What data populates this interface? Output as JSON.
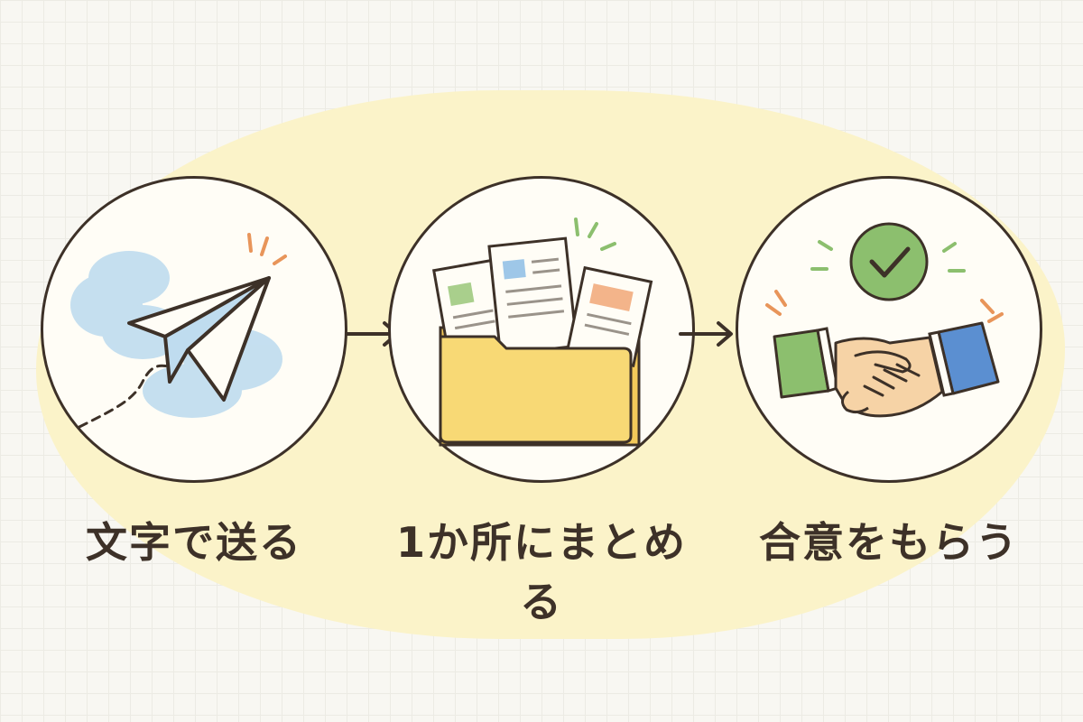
{
  "steps": [
    {
      "label": "文字で送る",
      "icon": "paper-plane-icon"
    },
    {
      "label": "1か所にまとめる",
      "icon": "folder-documents-icon"
    },
    {
      "label": "合意をもらう",
      "icon": "handshake-check-icon"
    }
  ],
  "colors": {
    "line": "#3d3128",
    "highlight": "#fbf3c9",
    "blue": "#bfdcef",
    "green": "#8cbf6e",
    "folder": "#f8d975",
    "orange": "#e8955a",
    "navy_sleeve": "#5b8fd1"
  }
}
